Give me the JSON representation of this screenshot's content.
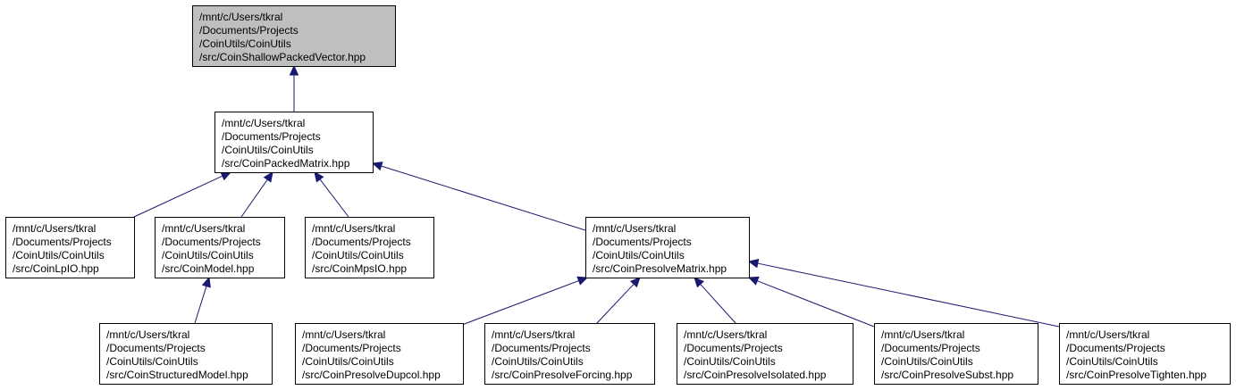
{
  "colors": {
    "focus_fill": "#bfbfbf",
    "node_fill": "#ffffff",
    "node_stroke": "#000000",
    "edge": "#191970"
  },
  "nodes": [
    {
      "id": "shallow",
      "focus": true,
      "lines": [
        "/mnt/c/Users/tkral",
        "/Documents/Projects",
        "/CoinUtils/CoinUtils",
        "/src/CoinShallowPackedVector.hpp"
      ]
    },
    {
      "id": "packedmatrix",
      "lines": [
        "/mnt/c/Users/tkral",
        "/Documents/Projects",
        "/CoinUtils/CoinUtils",
        "/src/CoinPackedMatrix.hpp"
      ]
    },
    {
      "id": "lpio",
      "lines": [
        "/mnt/c/Users/tkral",
        "/Documents/Projects",
        "/CoinUtils/CoinUtils",
        "/src/CoinLpIO.hpp"
      ]
    },
    {
      "id": "model",
      "lines": [
        "/mnt/c/Users/tkral",
        "/Documents/Projects",
        "/CoinUtils/CoinUtils",
        "/src/CoinModel.hpp"
      ]
    },
    {
      "id": "mpsio",
      "lines": [
        "/mnt/c/Users/tkral",
        "/Documents/Projects",
        "/CoinUtils/CoinUtils",
        "/src/CoinMpsIO.hpp"
      ]
    },
    {
      "id": "presolvematrix",
      "lines": [
        "/mnt/c/Users/tkral",
        "/Documents/Projects",
        "/CoinUtils/CoinUtils",
        "/src/CoinPresolveMatrix.hpp"
      ]
    },
    {
      "id": "structuredmodel",
      "lines": [
        "/mnt/c/Users/tkral",
        "/Documents/Projects",
        "/CoinUtils/CoinUtils",
        "/src/CoinStructuredModel.hpp"
      ]
    },
    {
      "id": "dupcol",
      "lines": [
        "/mnt/c/Users/tkral",
        "/Documents/Projects",
        "/CoinUtils/CoinUtils",
        "/src/CoinPresolveDupcol.hpp"
      ]
    },
    {
      "id": "forcing",
      "lines": [
        "/mnt/c/Users/tkral",
        "/Documents/Projects",
        "/CoinUtils/CoinUtils",
        "/src/CoinPresolveForcing.hpp"
      ]
    },
    {
      "id": "isolated",
      "lines": [
        "/mnt/c/Users/tkral",
        "/Documents/Projects",
        "/CoinUtils/CoinUtils",
        "/src/CoinPresolveIsolated.hpp"
      ]
    },
    {
      "id": "subst",
      "lines": [
        "/mnt/c/Users/tkral",
        "/Documents/Projects",
        "/CoinUtils/CoinUtils",
        "/src/CoinPresolveSubst.hpp"
      ]
    },
    {
      "id": "tighten",
      "lines": [
        "/mnt/c/Users/tkral",
        "/Documents/Projects",
        "/CoinUtils/CoinUtils",
        "/src/CoinPresolveTighten.hpp"
      ]
    }
  ],
  "edges": [
    {
      "from": "packedmatrix",
      "to": "shallow"
    },
    {
      "from": "lpio",
      "to": "packedmatrix"
    },
    {
      "from": "model",
      "to": "packedmatrix"
    },
    {
      "from": "mpsio",
      "to": "packedmatrix"
    },
    {
      "from": "presolvematrix",
      "to": "packedmatrix"
    },
    {
      "from": "structuredmodel",
      "to": "model"
    },
    {
      "from": "dupcol",
      "to": "presolvematrix"
    },
    {
      "from": "forcing",
      "to": "presolvematrix"
    },
    {
      "from": "isolated",
      "to": "presolvematrix"
    },
    {
      "from": "subst",
      "to": "presolvematrix"
    },
    {
      "from": "tighten",
      "to": "presolvematrix"
    }
  ]
}
